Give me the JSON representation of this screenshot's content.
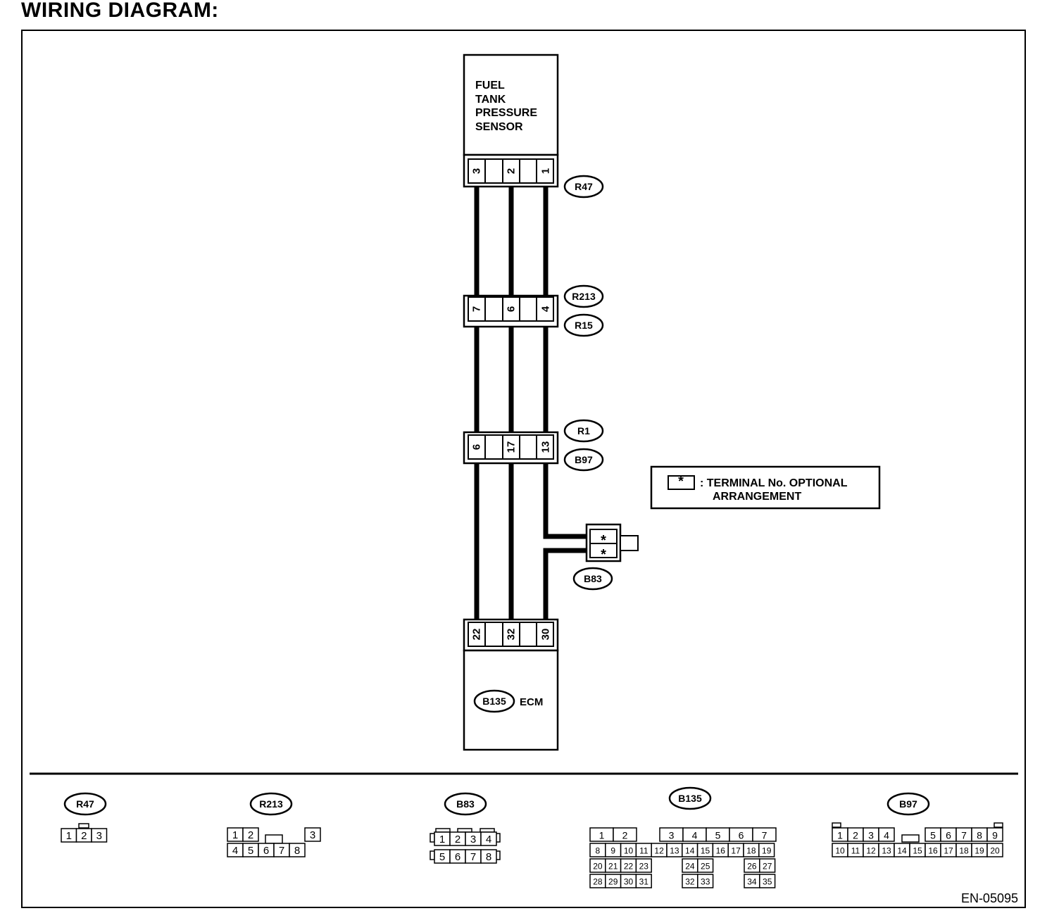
{
  "title": "WIRING DIAGRAM:",
  "doc_code": "EN-05095",
  "sensor": {
    "label_lines": [
      "FUEL",
      "TANK",
      "PRESSURE",
      "SENSOR"
    ],
    "connector": "R47",
    "pins": [
      "3",
      "2",
      "1"
    ]
  },
  "junction_1": {
    "connectors": [
      "R213",
      "R15"
    ],
    "pins": [
      "7",
      "6",
      "4"
    ]
  },
  "junction_2": {
    "connectors": [
      "R1",
      "B97"
    ],
    "pins": [
      "6",
      "17",
      "13"
    ]
  },
  "ecm": {
    "label": "ECM",
    "connector": "B135",
    "pins": [
      "22",
      "32",
      "30"
    ]
  },
  "b83": {
    "connector": "B83",
    "pins": [
      "*",
      "*"
    ]
  },
  "legend": {
    "symbol": "*",
    "line1": ": TERMINAL No. OPTIONAL",
    "line2": "ARRANGEMENT"
  },
  "views": {
    "r47": {
      "label": "R47",
      "row1": [
        "1",
        "2",
        "3"
      ]
    },
    "r213": {
      "label": "R213",
      "row1": [
        "1",
        "2",
        "3"
      ],
      "row2": [
        "4",
        "5",
        "6",
        "7",
        "8"
      ]
    },
    "b83": {
      "label": "B83",
      "row1": [
        "1",
        "2",
        "3",
        "4"
      ],
      "row2": [
        "5",
        "6",
        "7",
        "8"
      ]
    },
    "b135": {
      "label": "B135",
      "row1": [
        "1",
        "2",
        "3",
        "4",
        "5",
        "6",
        "7"
      ],
      "row2": [
        "8",
        "9",
        "10",
        "11",
        "12",
        "13",
        "14",
        "15",
        "16",
        "17",
        "18",
        "19"
      ],
      "row3": [
        "20",
        "21",
        "22",
        "23",
        "24",
        "25",
        "26",
        "27"
      ],
      "row4": [
        "28",
        "29",
        "30",
        "31",
        "32",
        "33",
        "34",
        "35"
      ]
    },
    "b97": {
      "label": "B97",
      "row1": [
        "1",
        "2",
        "3",
        "4",
        "5",
        "6",
        "7",
        "8",
        "9"
      ],
      "row2": [
        "10",
        "11",
        "12",
        "13",
        "14",
        "15",
        "16",
        "17",
        "18",
        "19",
        "20"
      ]
    }
  }
}
